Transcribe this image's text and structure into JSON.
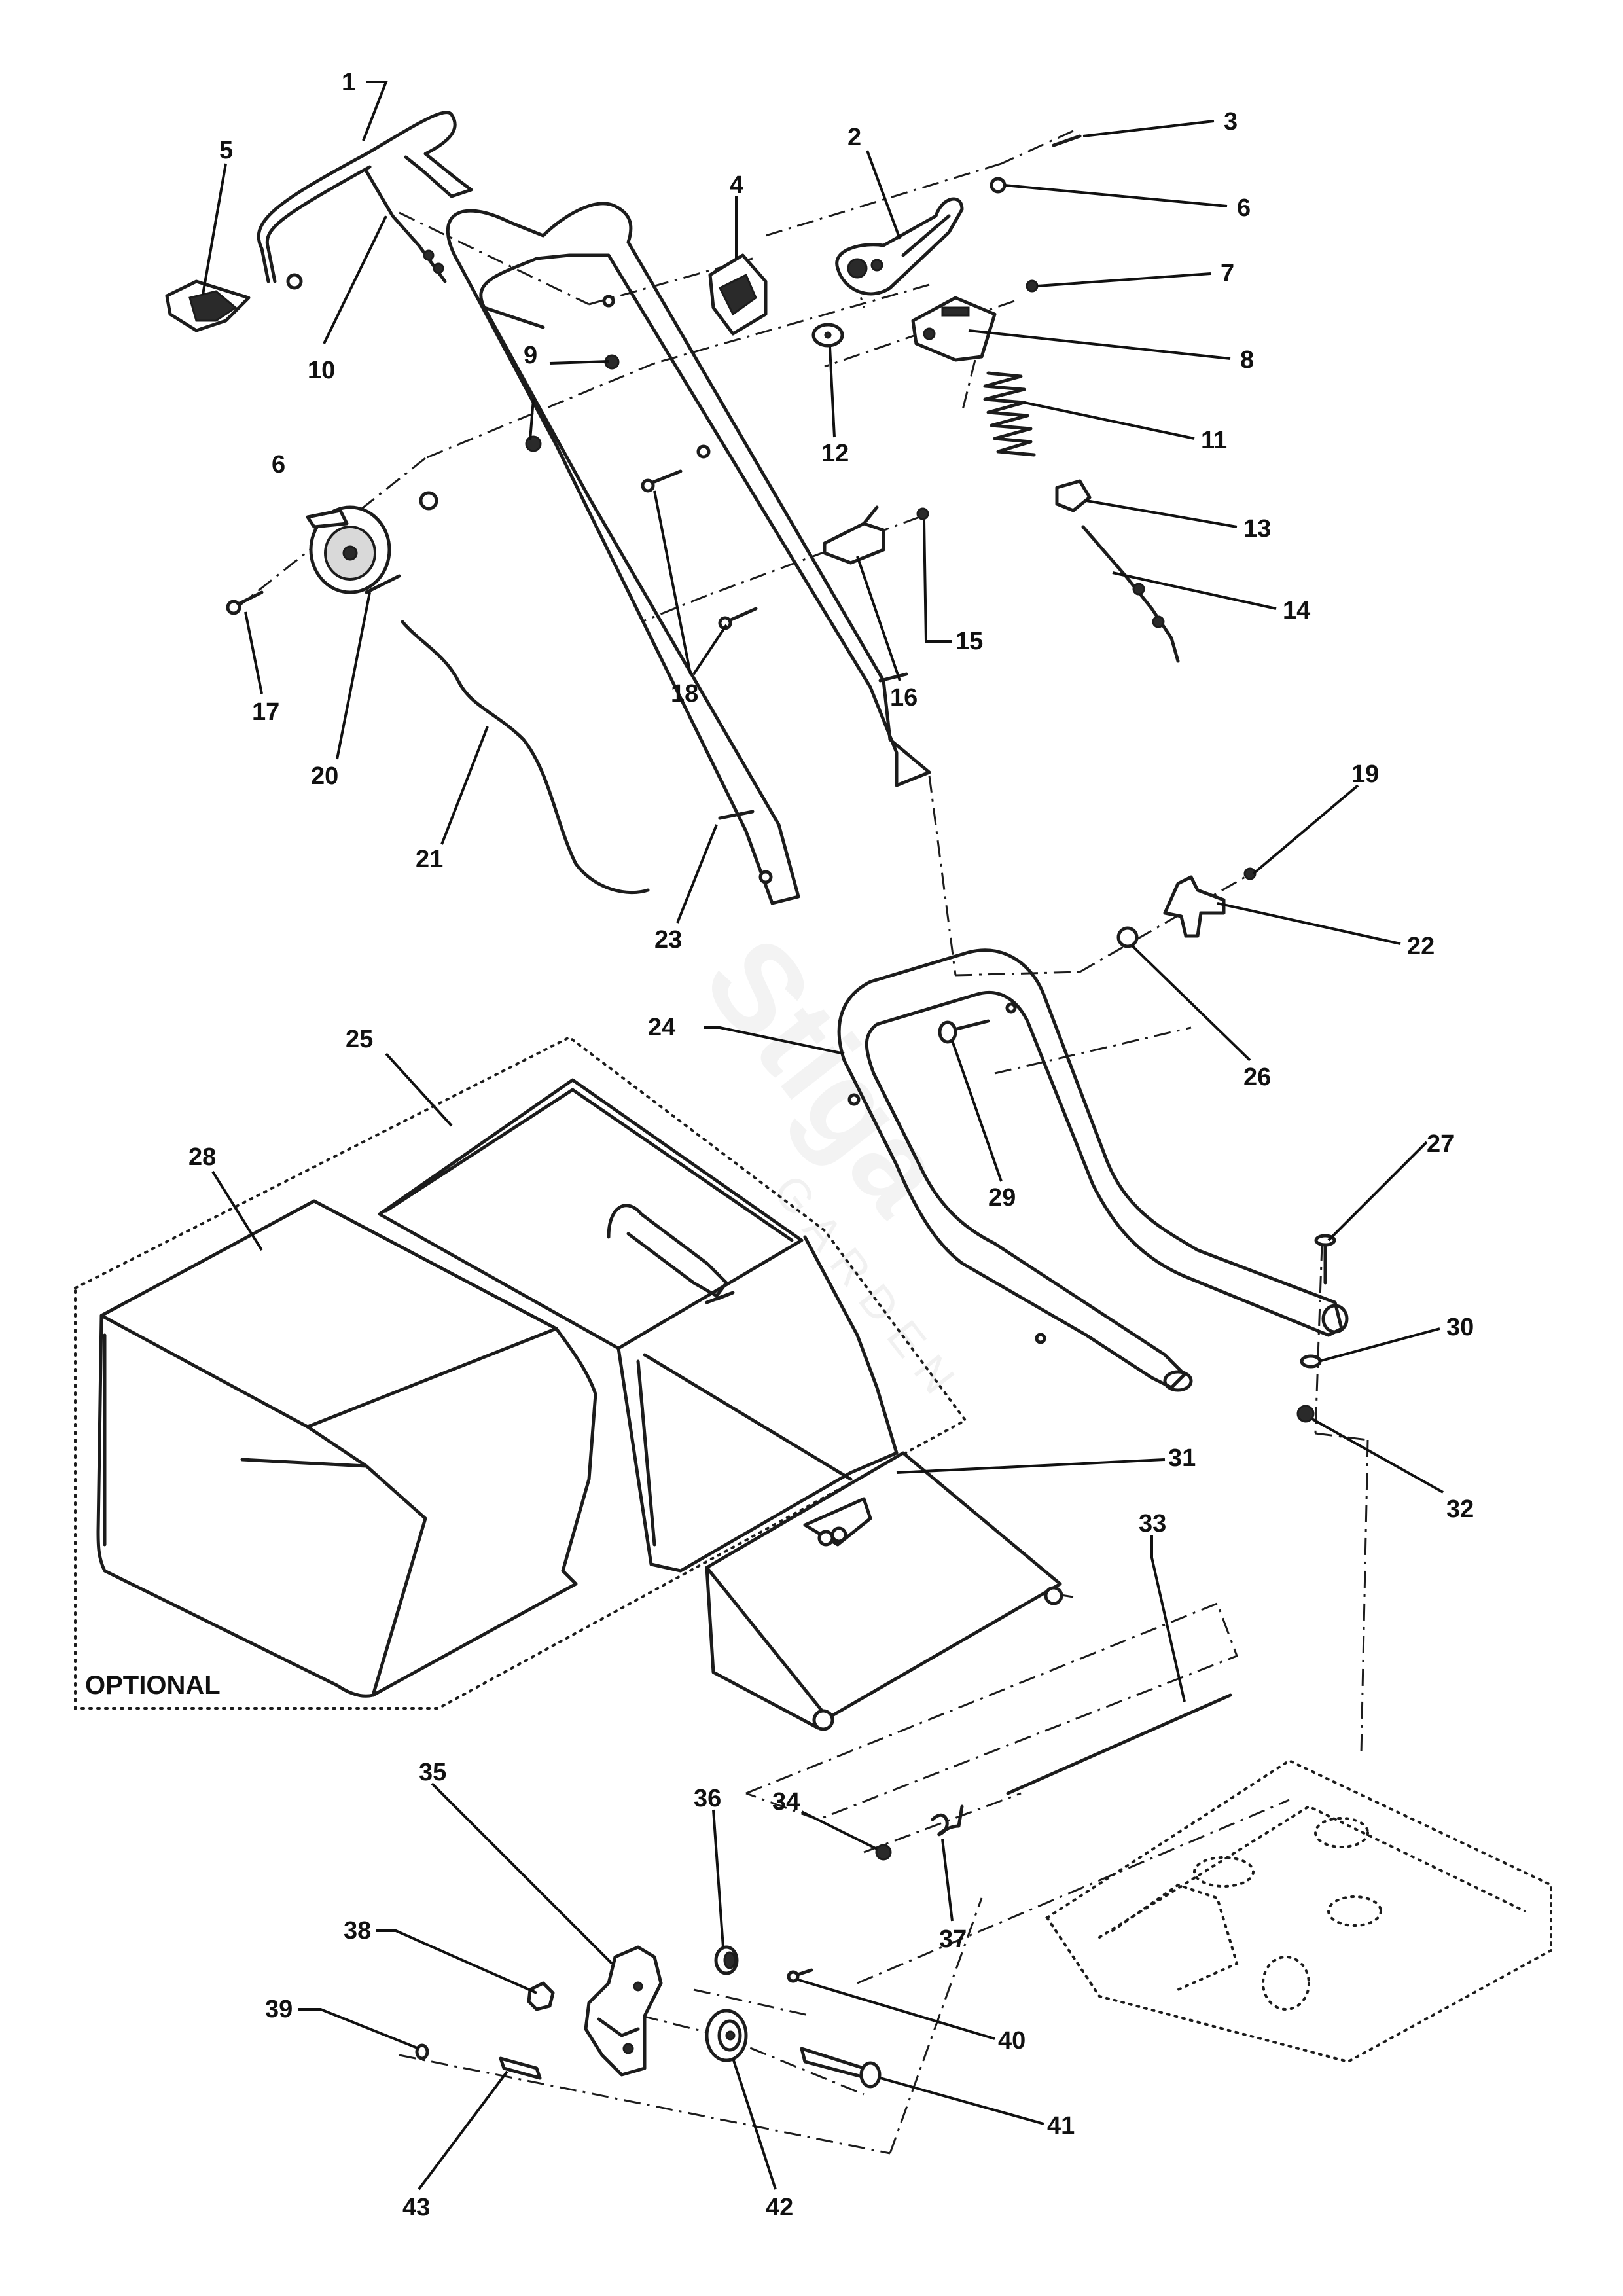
{
  "watermark": {
    "brand": "Stiga",
    "sub": "GARDEN"
  },
  "optional_label": "OPTIONAL",
  "callouts": {
    "c1": "1",
    "c2": "2",
    "c3": "3",
    "c4": "4",
    "c5": "5",
    "c6a": "6",
    "c6b": "6",
    "c7": "7",
    "c8": "8",
    "c9": "9",
    "c10": "10",
    "c11": "11",
    "c12": "12",
    "c13": "13",
    "c14": "14",
    "c15": "15",
    "c16": "16",
    "c17": "17",
    "c18": "18",
    "c19": "19",
    "c20": "20",
    "c21": "21",
    "c22": "22",
    "c23": "23",
    "c24": "24",
    "c25": "25",
    "c26": "26",
    "c27": "27",
    "c28": "28",
    "c29": "29",
    "c30": "30",
    "c31": "31",
    "c32": "32",
    "c33": "33",
    "c34": "34",
    "c35": "35",
    "c36": "36",
    "c37": "37",
    "c38": "38",
    "c39": "39",
    "c40": "40",
    "c41": "41",
    "c42": "42",
    "c43": "43"
  }
}
